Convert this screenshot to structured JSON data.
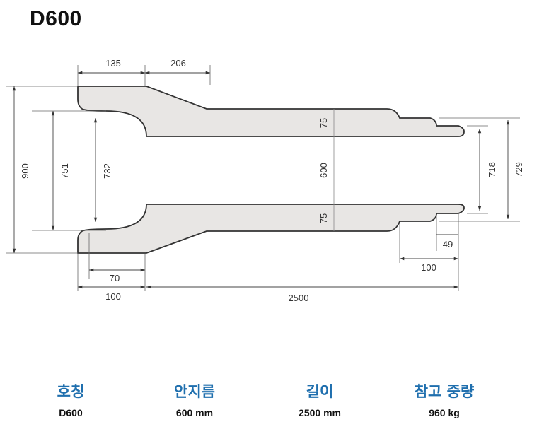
{
  "title": "D600",
  "dimensions": {
    "top_135": "135",
    "top_206": "206",
    "height_900": "900",
    "height_751": "751",
    "height_732": "732",
    "gap_600": "600",
    "upper_75": "75",
    "lower_75": "75",
    "right_718": "718",
    "right_729": "729",
    "bottom_70": "70",
    "bottom_100": "100",
    "length_2500": "2500",
    "tip_49": "49",
    "tip_100": "100"
  },
  "specs": [
    {
      "label": "호칭",
      "value": "D600"
    },
    {
      "label": "안지름",
      "value": "600 mm"
    },
    {
      "label": "길이",
      "value": "2500 mm"
    },
    {
      "label": "참고 중량",
      "value": "960 kg"
    }
  ],
  "colors": {
    "body_fill": "#e8e6e4",
    "outline": "#333333",
    "label_blue": "#1f6fae"
  }
}
